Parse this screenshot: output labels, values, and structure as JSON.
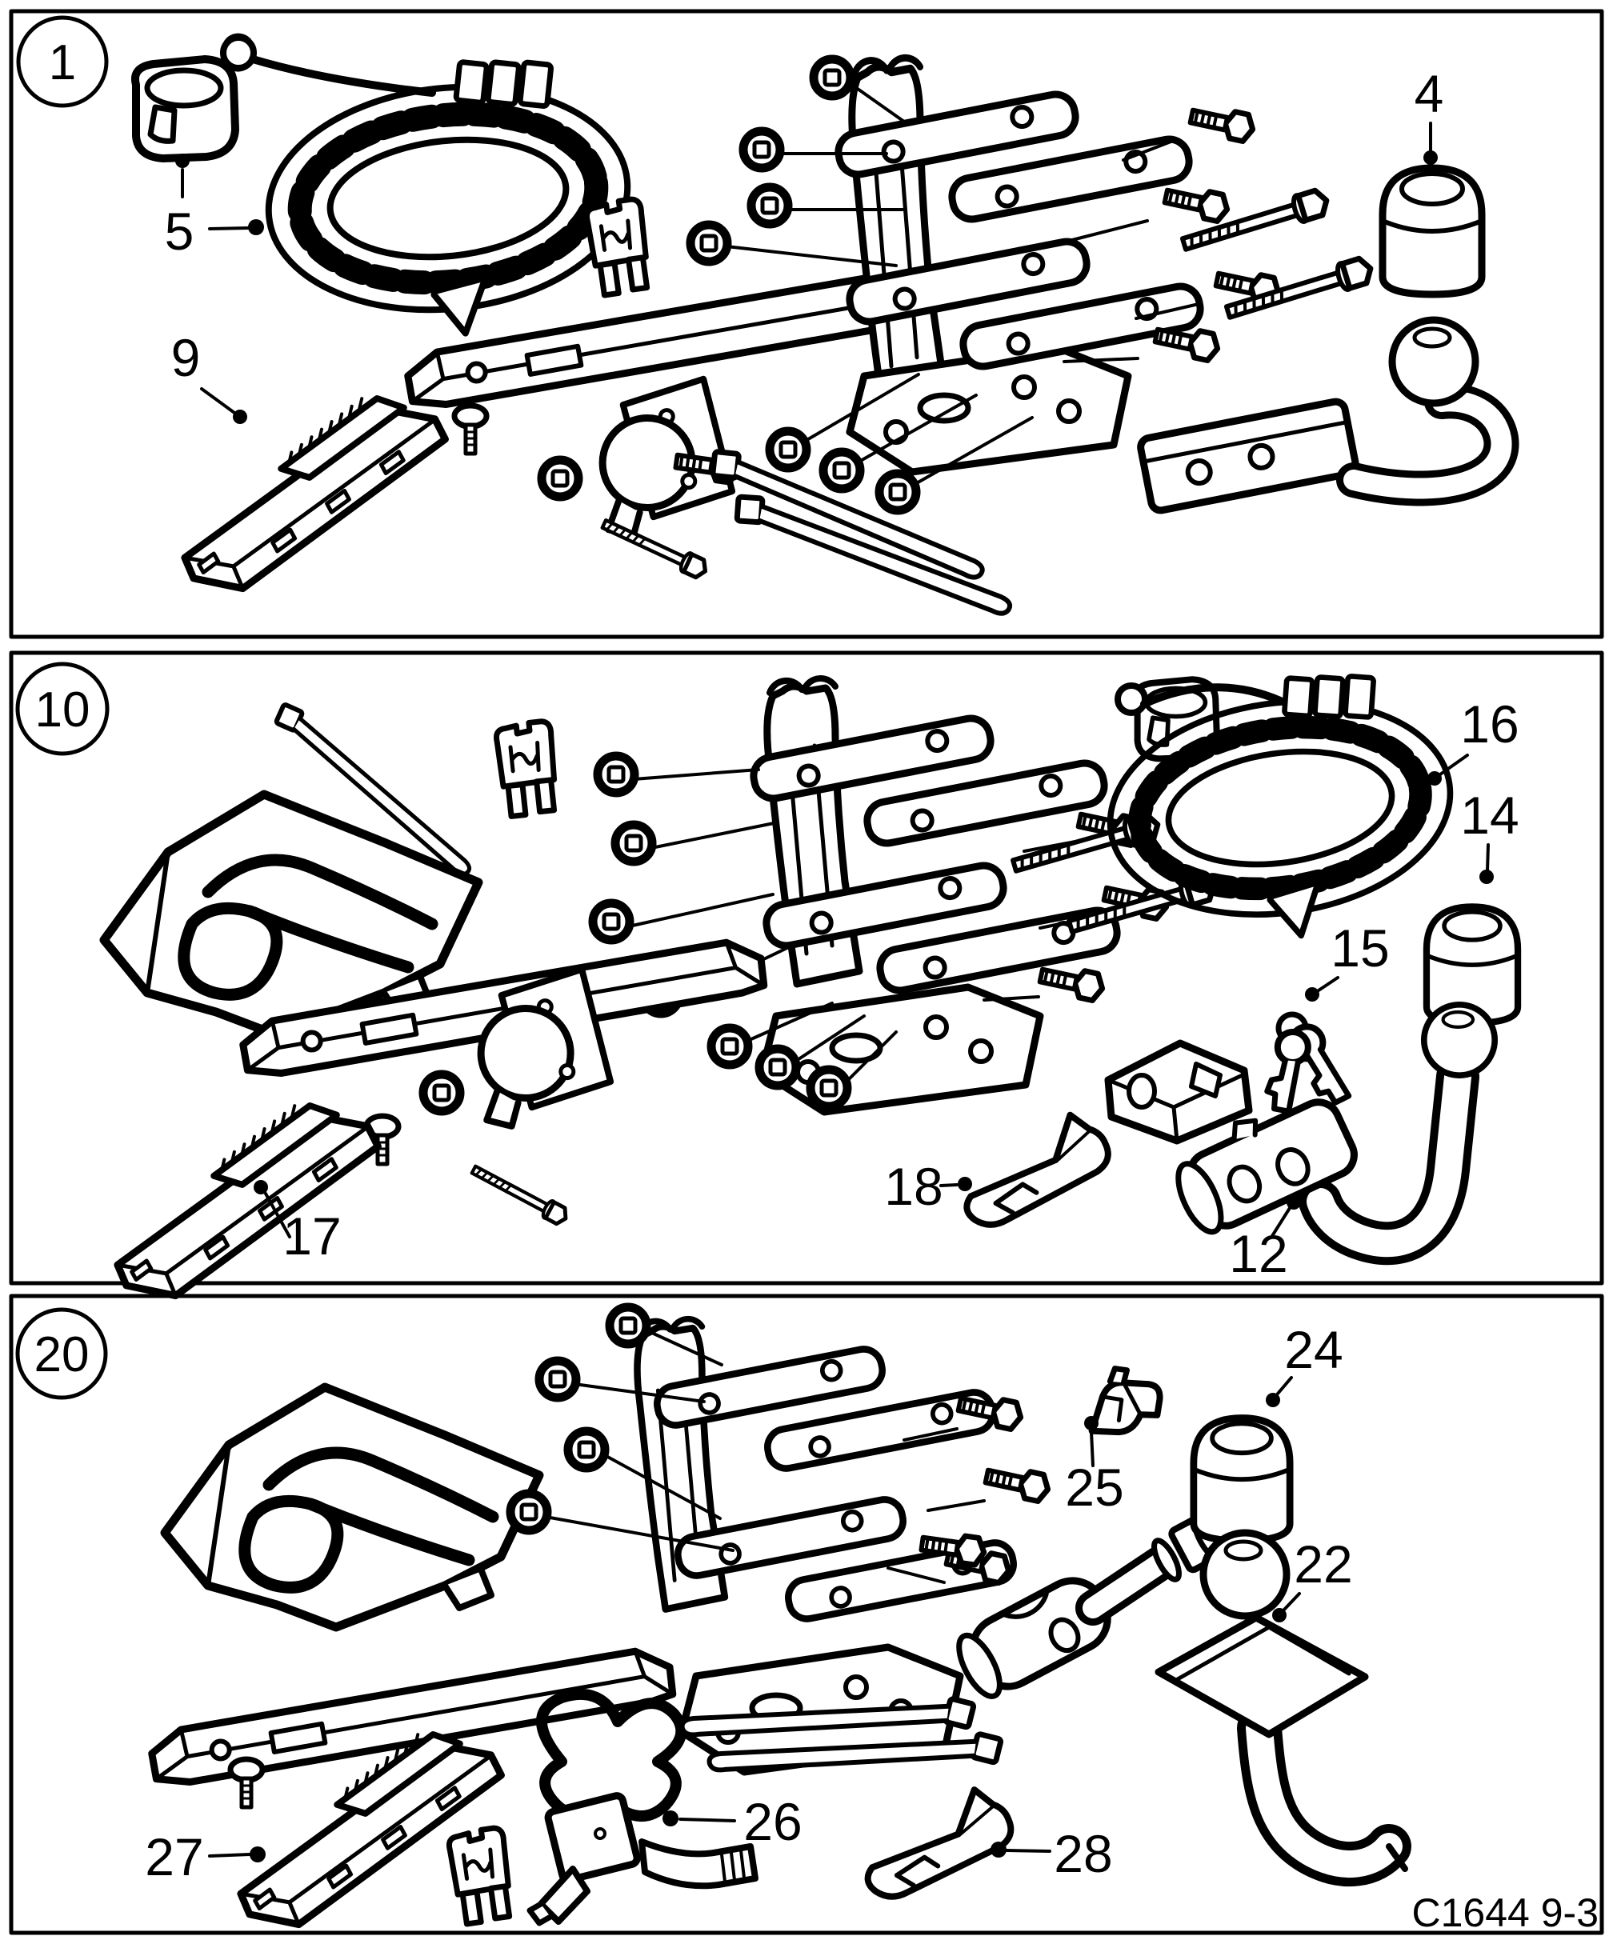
{
  "colors": {
    "ink": "#000000",
    "paper": "#ffffff"
  },
  "figure_code": "C1644 9-3",
  "panels": [
    {
      "label": "1",
      "callouts": [
        {
          "num": "5",
          "part": "socket-cover-cap-and-wiring-loom"
        },
        {
          "num": "9",
          "part": "trailer-control-module"
        },
        {
          "num": "4",
          "part": "towball-protective-cap"
        }
      ]
    },
    {
      "label": "10",
      "callouts": [
        {
          "num": "16",
          "part": "wiring-loom"
        },
        {
          "num": "14",
          "part": "towball-protective-cap"
        },
        {
          "num": "15",
          "part": "keys"
        },
        {
          "num": "17",
          "part": "trailer-control-module"
        },
        {
          "num": "18",
          "part": "towbar-neck-cover"
        },
        {
          "num": "12",
          "part": "detachable-towball-neck"
        }
      ]
    },
    {
      "label": "20",
      "callouts": [
        {
          "num": "24",
          "part": "towball-protective-cap"
        },
        {
          "num": "25",
          "part": "locking-clip"
        },
        {
          "num": "22",
          "part": "flange-towball"
        },
        {
          "num": "26",
          "part": "wiring-harness"
        },
        {
          "num": "27",
          "part": "trailer-control-module"
        },
        {
          "num": "28",
          "part": "towbar-neck-cover"
        }
      ]
    }
  ]
}
